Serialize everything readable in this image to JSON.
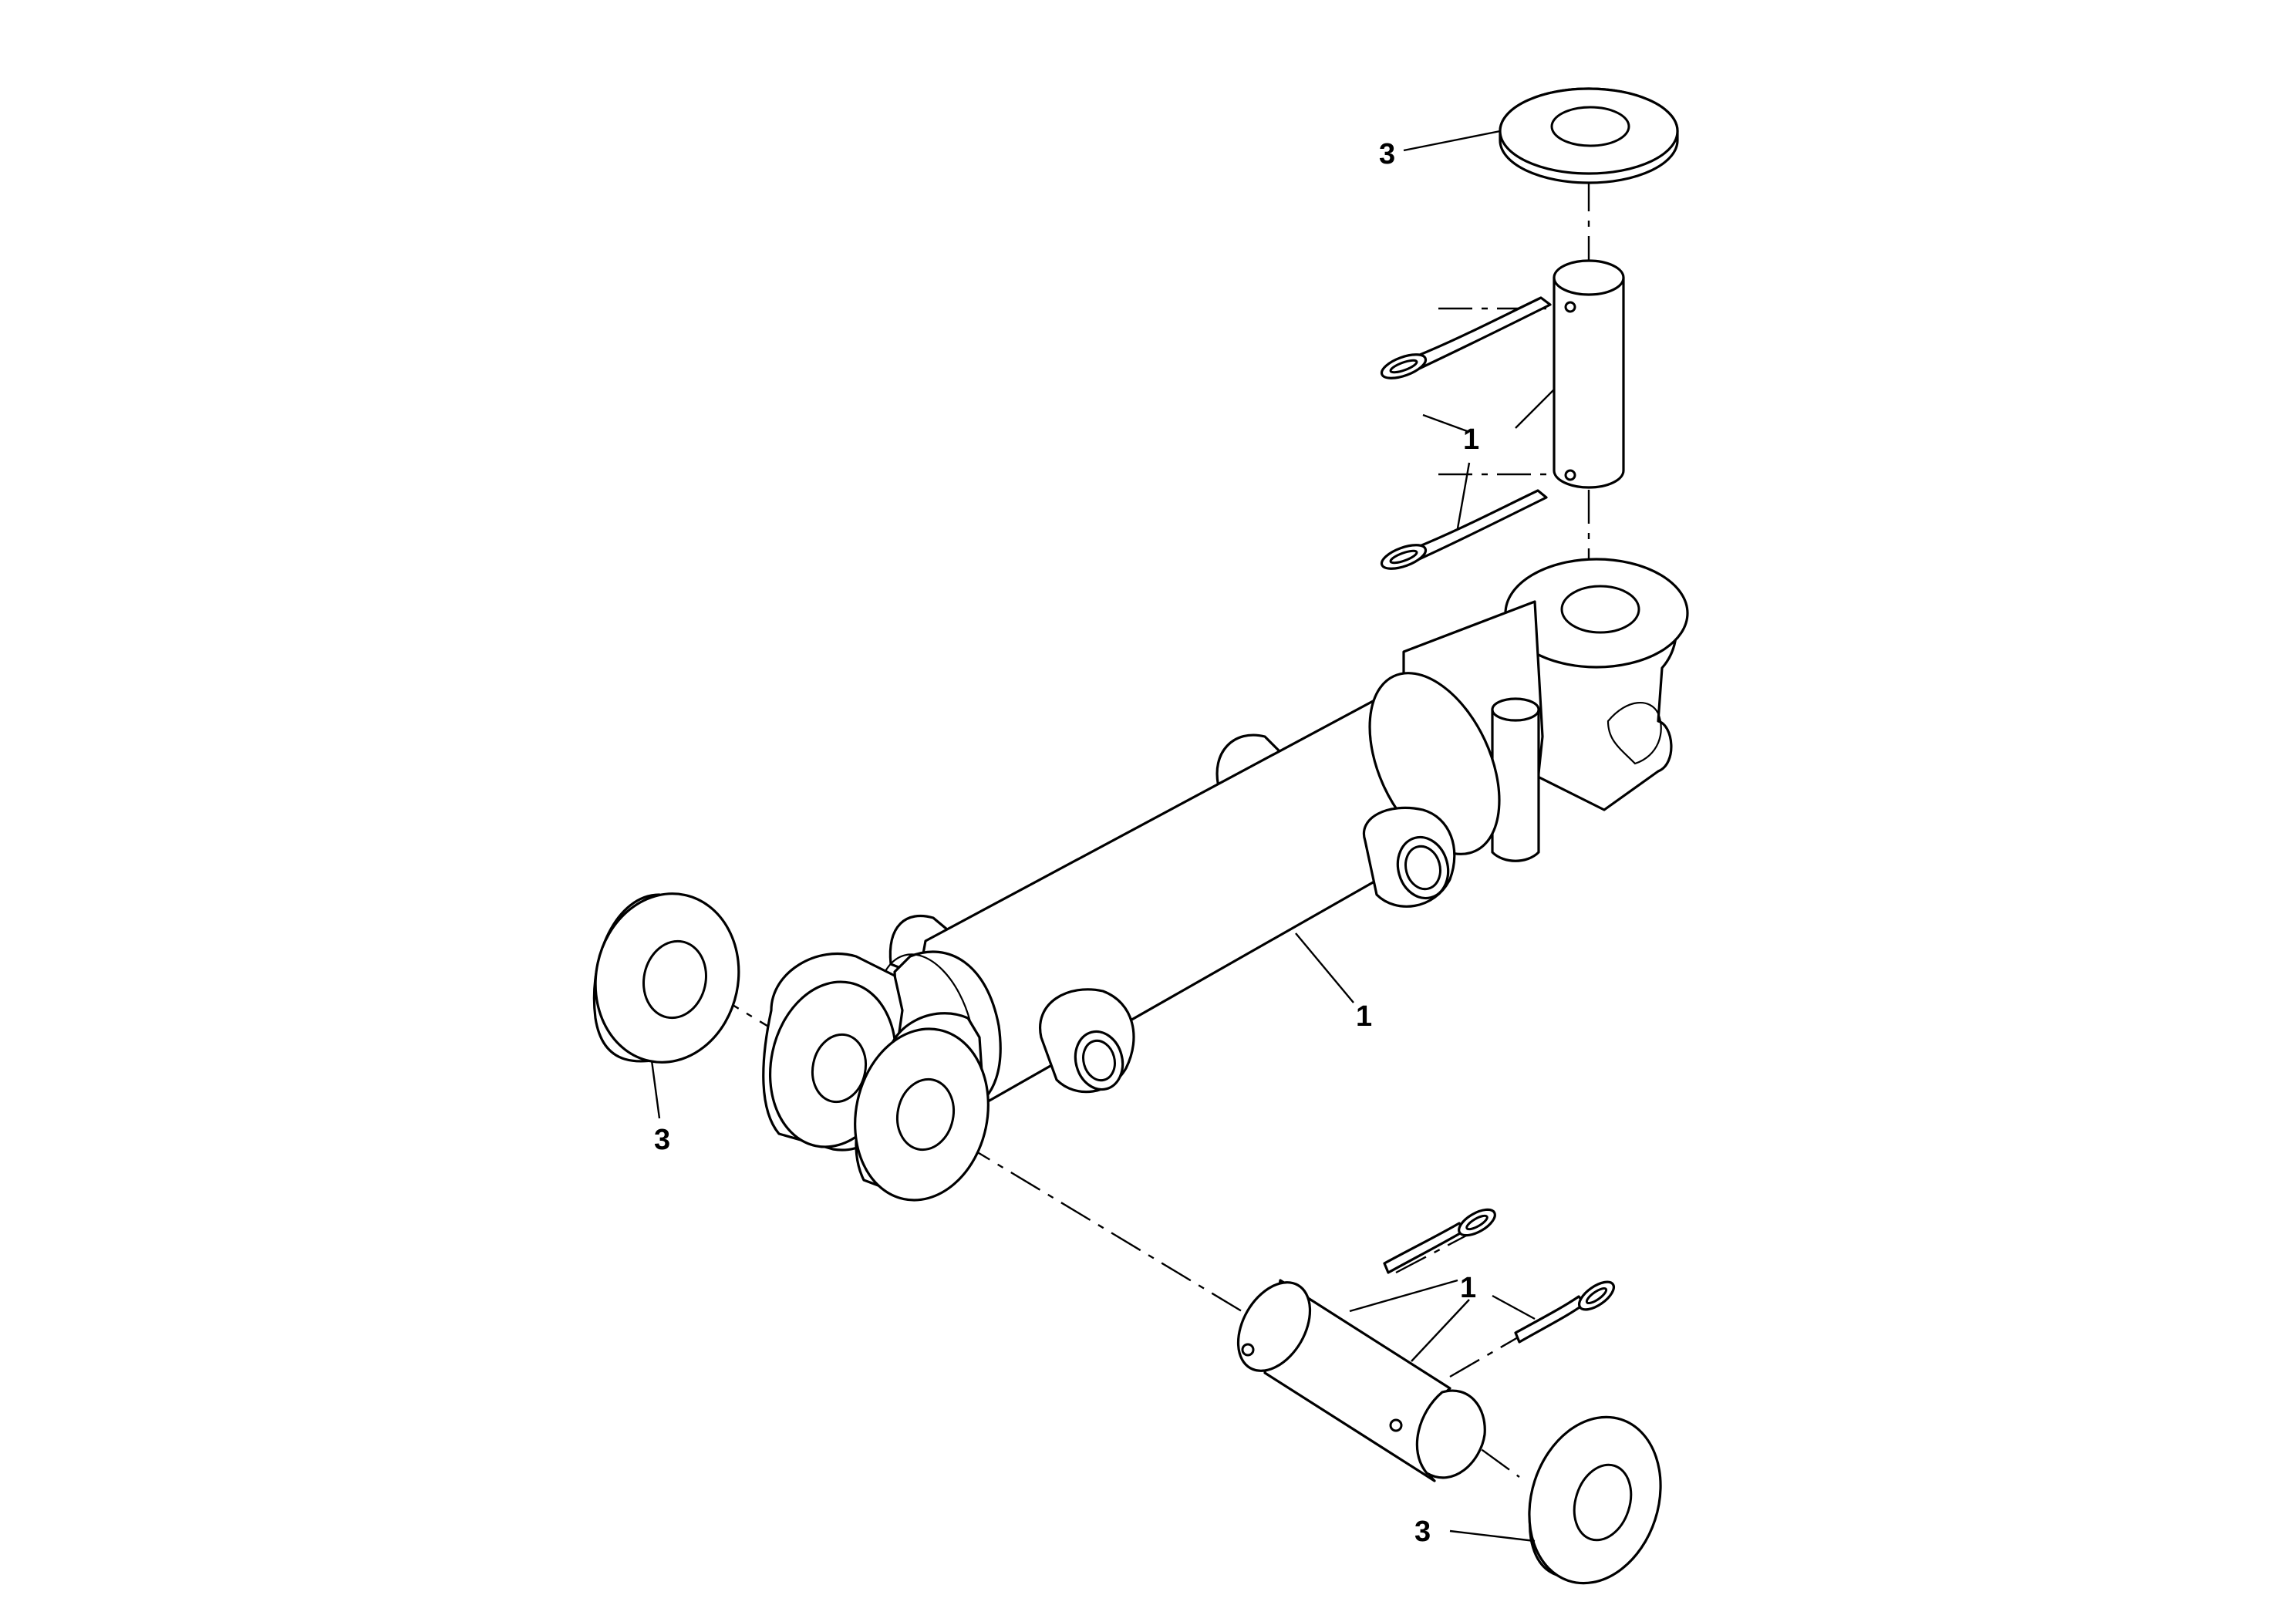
{
  "callouts": [
    {
      "id": "washer-top",
      "label": "3"
    },
    {
      "id": "pins-top",
      "label": "1"
    },
    {
      "id": "cylinder",
      "label": "1"
    },
    {
      "id": "washer-left",
      "label": "3"
    },
    {
      "id": "pins-bottom",
      "label": "1"
    },
    {
      "id": "washer-bottom",
      "label": "3"
    }
  ]
}
